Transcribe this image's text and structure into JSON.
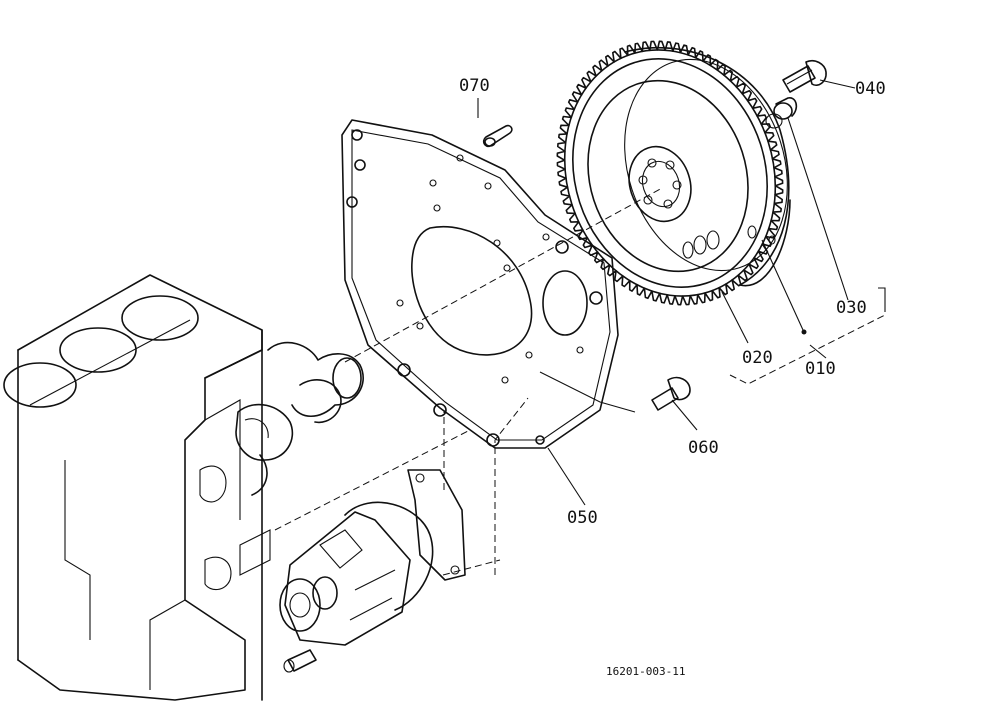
{
  "labels": {
    "p010": "010",
    "p020": "020",
    "p030": "030",
    "p040": "040",
    "p050": "050",
    "p060": "060",
    "p070": "070"
  },
  "drawing_code": "16201-003-11"
}
